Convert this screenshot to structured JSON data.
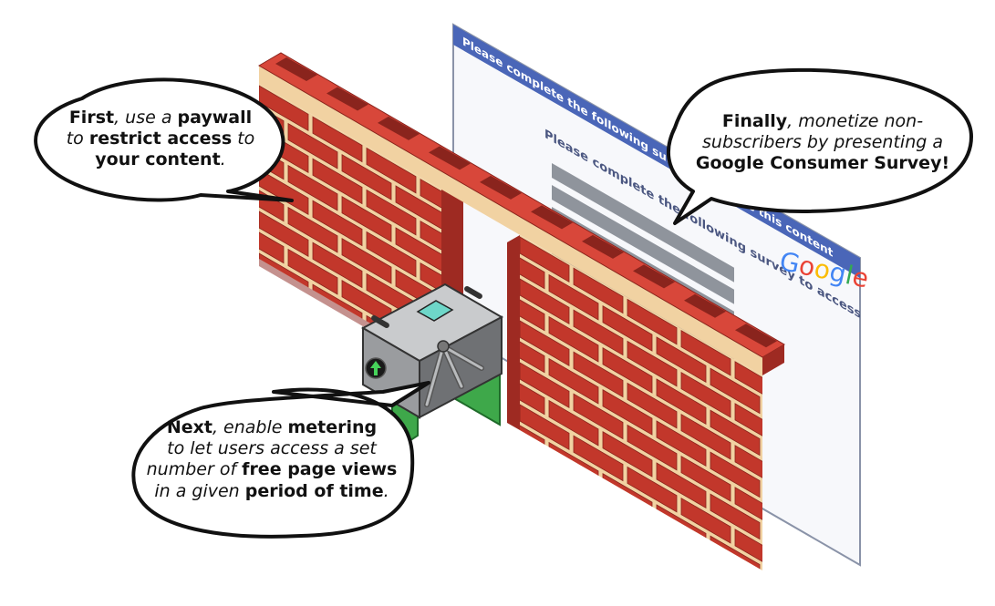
{
  "survey": {
    "header": "Please complete the following survey to access this content",
    "subheader": "Please complete the following survey to access this content",
    "brand": "Google",
    "brand_colors": [
      "#4285F4",
      "#EA4335",
      "#FBBC05",
      "#4285F4",
      "#34A853",
      "#EA4335"
    ]
  },
  "colors": {
    "brick": "#c2372b",
    "mortar": "#f1d2a2",
    "turnstile_green": "#3ea84a",
    "survey_header": "#4a66b8",
    "outline": "#111111"
  },
  "bubbles": {
    "first": {
      "lines": [
        [
          {
            "t": "First",
            "b": true
          },
          {
            "t": ", use a "
          },
          {
            "t": "paywall",
            "b": true
          }
        ],
        [
          {
            "t": "to "
          },
          {
            "t": "restrict access",
            "b": true
          },
          {
            "t": " to"
          }
        ],
        [
          {
            "t": "your content",
            "b": true
          },
          {
            "t": "."
          }
        ]
      ]
    },
    "finally": {
      "lines": [
        [
          {
            "t": "Finally",
            "b": true
          },
          {
            "t": ", monetize non-"
          }
        ],
        [
          {
            "t": "subscribers by presenting a"
          }
        ],
        [
          {
            "t": "Google Consumer Survey!",
            "b": true
          }
        ]
      ]
    },
    "next": {
      "lines": [
        [
          {
            "t": "Next",
            "b": true
          },
          {
            "t": ", enable "
          },
          {
            "t": "metering",
            "b": true
          }
        ],
        [
          {
            "t": "to let users access a set"
          }
        ],
        [
          {
            "t": "number of "
          },
          {
            "t": "free page views",
            "b": true
          }
        ],
        [
          {
            "t": "in a given "
          },
          {
            "t": "period of time",
            "b": true
          },
          {
            "t": "."
          }
        ]
      ]
    }
  }
}
